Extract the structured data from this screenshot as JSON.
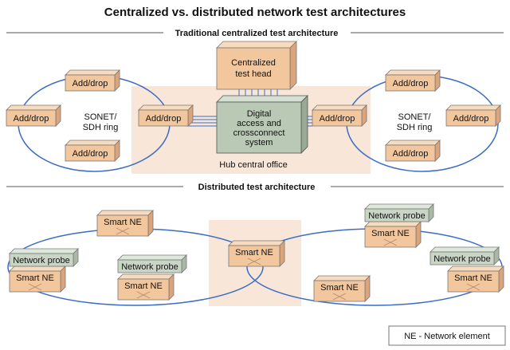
{
  "title": "Centralized vs. distributed network test architectures",
  "centralized": {
    "section_title": "Traditional centralized test architecture",
    "test_head_label": [
      "Centralized",
      "test head"
    ],
    "dacs_label": [
      "Digital",
      "access and",
      "crossconnect",
      "system"
    ],
    "hub_label": "Hub central office",
    "ring_label": [
      "SONET/",
      "SDH ring"
    ],
    "add_drop_label": "Add/drop"
  },
  "distributed": {
    "section_title": "Distributed test architecture",
    "smart_ne_label": "Smart NE",
    "probe_label": "Network probe"
  },
  "legend": "NE - Network element",
  "colors": {
    "box_front": "#f3c79e",
    "box_top": "#f8dcc0",
    "box_side": "#dca47a",
    "probe_front": "#c9d6c5",
    "probe_top": "#dfe8dc",
    "probe_side": "#a9b9a5",
    "dacs_front": "#b9c9b6",
    "hub_bg": "#f8e6d8",
    "ring": "#3c6cc4",
    "divider": "#555555"
  }
}
